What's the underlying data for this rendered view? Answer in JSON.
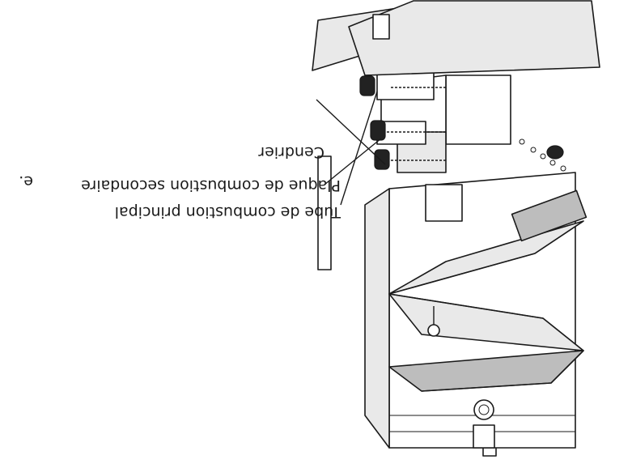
{
  "figure": {
    "section_letter": "e.",
    "labels": {
      "primary_tube": "Tube de combustion principal",
      "secondary_plate": "Plaque de combustion secondaire",
      "ash_tray": "Cendrier"
    }
  }
}
